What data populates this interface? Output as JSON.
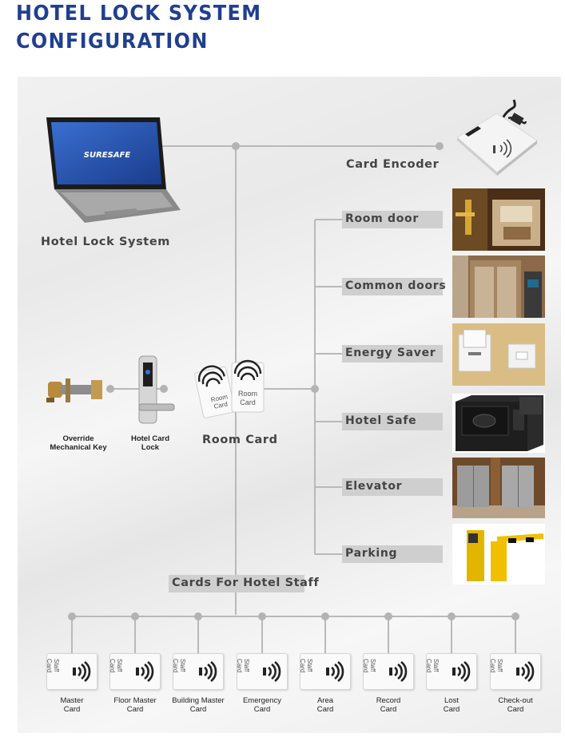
{
  "title": {
    "line1": "HOTEL LOCK SYSTEM",
    "line2": "CONFIGURATION"
  },
  "laptop": {
    "brand": "SURESAFE",
    "label": "Hotel Lock System"
  },
  "encoder": {
    "label": "Card Encoder"
  },
  "devices": [
    {
      "label": "Room door"
    },
    {
      "label": "Common doors"
    },
    {
      "label": "Energy Saver"
    },
    {
      "label": "Hotel Safe"
    },
    {
      "label": "Elevator"
    },
    {
      "label": "Parking"
    }
  ],
  "left_items": {
    "override_line1": "Override",
    "override_line2": "Mechanical Key",
    "lock_line1": "Hotel Card",
    "lock_line2": "Lock"
  },
  "room_card": {
    "label": "Room Card",
    "card_text_1": "Room",
    "card_text_2": "Card"
  },
  "staff": {
    "title": "Cards For Hotel Staff",
    "card_text_1": "Staff",
    "card_text_2": "Card",
    "cards": [
      {
        "line1": "Master",
        "line2": "Card"
      },
      {
        "line1": "Floor Master",
        "line2": "Card"
      },
      {
        "line1": "Building Master",
        "line2": "Card"
      },
      {
        "line1": "Emergency",
        "line2": "Card"
      },
      {
        "line1": "Area",
        "line2": "Card"
      },
      {
        "line1": "Record",
        "line2": "Card"
      },
      {
        "line1": "Lost",
        "line2": "Card"
      },
      {
        "line1": "Check-out",
        "line2": "Card"
      }
    ]
  },
  "colors": {
    "title": "#1f3f8f",
    "line": "#b9b9b9",
    "label_box": "#cfcfcf"
  }
}
